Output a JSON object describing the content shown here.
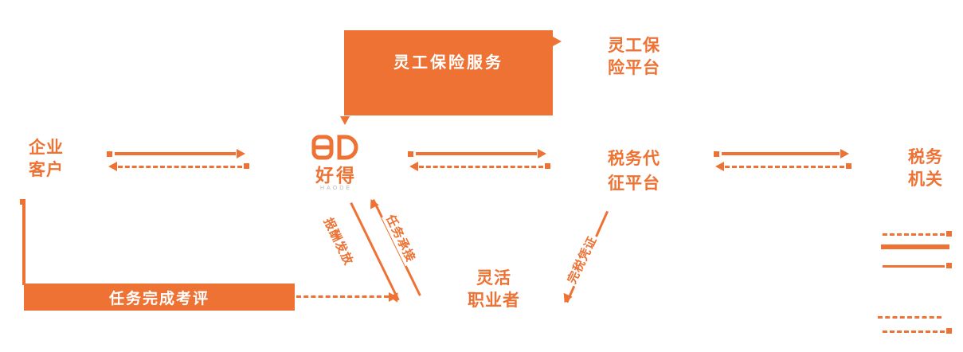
{
  "colors": {
    "accent": "#ED7234"
  },
  "logo": {
    "wordmark": "好得",
    "subtext": "HAODE"
  },
  "top_box": {
    "label": "灵工保险服务"
  },
  "nodes": {
    "insurance_platform": {
      "line1": "灵工保",
      "line2": "险平台"
    },
    "enterprise_customer": {
      "line1": "企业",
      "line2": "客户"
    },
    "tax_collection_platform": {
      "line1": "税务代",
      "line2": "征平台"
    },
    "tax_authority": {
      "line1": "税务",
      "line2": "机关"
    },
    "flexible_worker": {
      "line1": "灵活",
      "line2": "职业者"
    }
  },
  "edge_labels": {
    "task_evaluation": "任务完成考评",
    "pay_distribution": "报酬发放",
    "task_acceptance": "任务承接",
    "tax_certificate": "完税凭证"
  }
}
